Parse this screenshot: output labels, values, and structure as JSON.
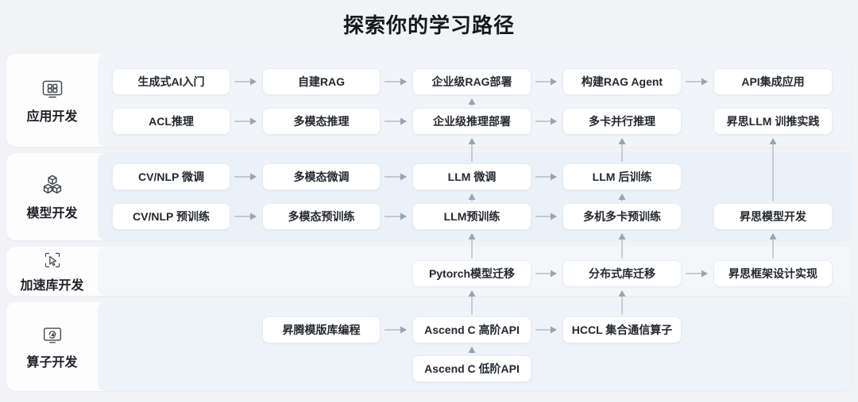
{
  "title": "探索你的学习路径",
  "colors": {
    "page_bg": "#f1f3f6",
    "panel_bg": "#fdfdfe",
    "row_tints": [
      "#f1f5fa",
      "#eaf1f9",
      "#f4f7fa",
      "#eef3f9"
    ],
    "box_bg": "#ffffff",
    "box_border": "#e8ecf1",
    "arrow": "#aab1bb",
    "text": "#24282e"
  },
  "rows": [
    {
      "label": "应用开发",
      "icon": "monitor-grid-icon"
    },
    {
      "label": "模型开发",
      "icon": "cubes-icon"
    },
    {
      "label": "加速库开发",
      "icon": "cursor-brackets-icon"
    },
    {
      "label": "算子开发",
      "icon": "monitor-swirl-icon"
    }
  ],
  "nodes": {
    "gen_ai_intro": "生成式AI入门",
    "self_rag": "自建RAG",
    "ent_rag_deploy": "企业级RAG部署",
    "rag_agent": "构建RAG Agent",
    "api_app": "API集成应用",
    "acl_infer": "ACL推理",
    "mm_infer": "多模态推理",
    "ent_infer_deploy": "企业级推理部署",
    "multi_card_infer": "多卡并行推理",
    "ms_llm_practice": "昇思LLM 训推实践",
    "cv_nlp_ft": "CV/NLP 微调",
    "mm_ft": "多模态微调",
    "llm_ft": "LLM 微调",
    "llm_post_train": "LLM 后训练",
    "cv_nlp_pretrain": "CV/NLP 预训练",
    "mm_pretrain": "多模态预训练",
    "llm_pretrain": "LLM预训练",
    "multi_node_pretrain": "多机多卡预训练",
    "ms_model_dev": "昇思模型开发",
    "pytorch_migrate": "Pytorch模型迁移",
    "dist_lib_migrate": "分布式库迁移",
    "ms_framework_impl": "昇思框架设计实现",
    "ascend_template_lib": "昇腾模版库编程",
    "ascend_c_high_api": "Ascend C 高阶API",
    "hccl_ops": "HCCL 集合通信算子",
    "ascend_c_low_api": "Ascend C 低阶API"
  },
  "edges": [
    [
      "gen_ai_intro",
      "self_rag"
    ],
    [
      "self_rag",
      "ent_rag_deploy"
    ],
    [
      "ent_rag_deploy",
      "rag_agent"
    ],
    [
      "rag_agent",
      "api_app"
    ],
    [
      "acl_infer",
      "mm_infer"
    ],
    [
      "mm_infer",
      "ent_infer_deploy"
    ],
    [
      "ent_infer_deploy",
      "multi_card_infer"
    ],
    [
      "cv_nlp_ft",
      "mm_ft"
    ],
    [
      "mm_ft",
      "llm_ft"
    ],
    [
      "llm_ft",
      "llm_post_train"
    ],
    [
      "cv_nlp_pretrain",
      "mm_pretrain"
    ],
    [
      "mm_pretrain",
      "llm_pretrain"
    ],
    [
      "llm_pretrain",
      "multi_node_pretrain"
    ],
    [
      "pytorch_migrate",
      "dist_lib_migrate"
    ],
    [
      "dist_lib_migrate",
      "ms_framework_impl"
    ],
    [
      "ascend_template_lib",
      "ascend_c_high_api"
    ],
    [
      "ascend_c_high_api",
      "hccl_ops"
    ],
    [
      "ent_infer_deploy",
      "ent_rag_deploy"
    ],
    [
      "llm_ft",
      "ent_infer_deploy"
    ],
    [
      "llm_post_train",
      "multi_card_infer"
    ],
    [
      "ms_model_dev",
      "ms_llm_practice"
    ],
    [
      "llm_pretrain",
      "llm_ft"
    ],
    [
      "multi_node_pretrain",
      "llm_post_train"
    ],
    [
      "pytorch_migrate",
      "llm_pretrain"
    ],
    [
      "dist_lib_migrate",
      "multi_node_pretrain"
    ],
    [
      "ms_framework_impl",
      "ms_model_dev"
    ],
    [
      "ascend_c_high_api",
      "pytorch_migrate"
    ],
    [
      "hccl_ops",
      "dist_lib_migrate"
    ],
    [
      "ascend_c_low_api",
      "ascend_c_high_api"
    ]
  ]
}
